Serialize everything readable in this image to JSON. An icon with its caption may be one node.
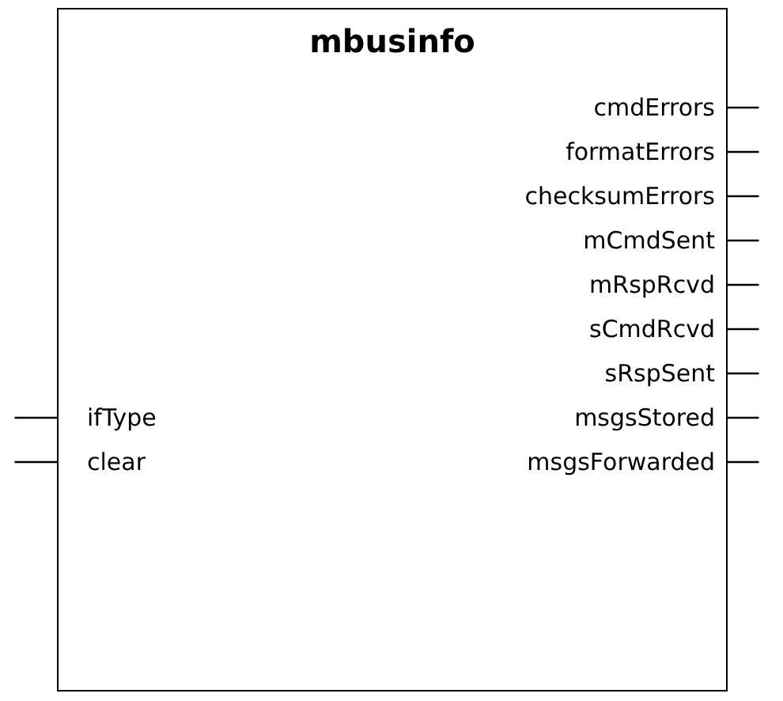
{
  "diagram": {
    "nodes": [
      {
        "text": [
          "mbusinfo"
        ]
      },
      {
        "text": [
          "cmdErrors"
        ],
        "in": 0
      },
      {
        "text": [
          "formatErrors"
        ],
        "in": 0
      },
      {
        "text": [
          "checksumErrors"
        ],
        "in": 0
      },
      {
        "text": [
          "mCmdSent"
        ],
        "in": 0
      },
      {
        "text": [
          "mRspRcvd"
        ],
        "in": 0
      },
      {
        "text": [
          "sCmdRcvd"
        ],
        "in": 0
      },
      {
        "text": [
          "sRspSent"
        ],
        "in": 0
      },
      {
        "text": [
          "ifType"
        ],
        "in": 0
      },
      {
        "text": [
          "msgsStored"
        ],
        "in": 0
      },
      {
        "text": [
          "clear"
        ],
        "in": 0
      },
      {
        "text": [
          "msgsForwarded"
        ],
        "in": 0
      }
    ],
    "edges": [
      {
        "from": 1,
        "to": null,
        "arrow": "none"
      },
      {
        "from": 2,
        "to": null,
        "arrow": "none"
      },
      {
        "from": 3,
        "to": null,
        "arrow": "none"
      },
      {
        "from": 4,
        "to": null,
        "arrow": "none"
      },
      {
        "from": 5,
        "to": null,
        "arrow": "none"
      },
      {
        "from": 6,
        "to": null,
        "arrow": "none"
      },
      {
        "from": 7,
        "to": null,
        "arrow": "none"
      },
      {
        "from": null,
        "to": 8,
        "arrow": "none"
      },
      {
        "from": 9,
        "to": null,
        "arrow": "none"
      },
      {
        "from": null,
        "to": 10,
        "arrow": "none"
      },
      {
        "from": 11,
        "to": null,
        "arrow": "none"
      }
    ]
  }
}
